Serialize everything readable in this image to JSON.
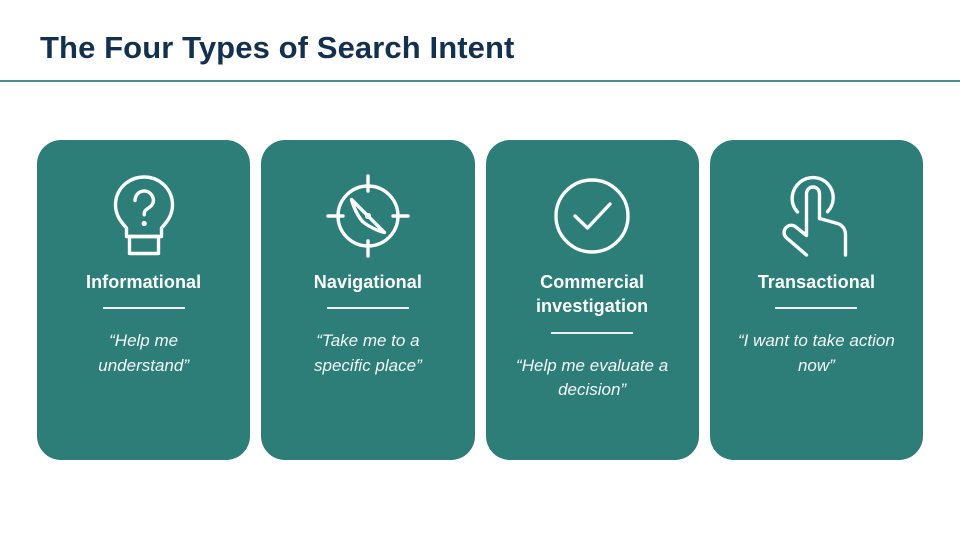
{
  "slide": {
    "title": "The Four Types of Search Intent",
    "accent_rule_color": "#4e8e8c",
    "title_color": "#13304e",
    "background_color": "#ffffff",
    "card_color": "#2d7d78",
    "card_text_color": "#ffffff"
  },
  "cards": [
    {
      "icon": "lightbulb-question-icon",
      "title": "Informational",
      "quote": "“Help me understand”"
    },
    {
      "icon": "compass-icon",
      "title": "Navigational",
      "quote": "“Take me to a specific place”"
    },
    {
      "icon": "check-circle-icon",
      "title": "Commercial investigation",
      "quote": "“Help me evaluate a decision”"
    },
    {
      "icon": "tap-hand-icon",
      "title": "Transactional",
      "quote": "“I want to take action now”"
    }
  ]
}
